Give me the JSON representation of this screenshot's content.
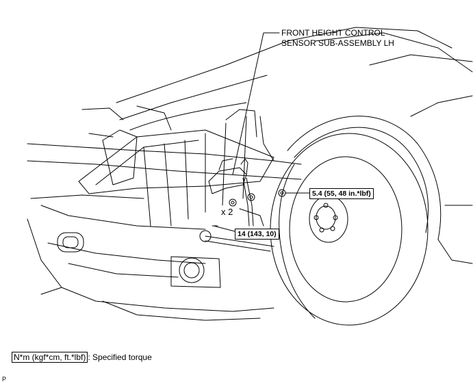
{
  "callout_sensor": {
    "line1": "FRONT HEIGHT CONTROL",
    "line2": "SENSOR SUB-ASSEMBLY LH"
  },
  "torque_labels": {
    "nut_upper": "5.4 (55, 48 in.*lbf)",
    "nut_lower": "14 (143, 10)"
  },
  "quantity": "x 2",
  "legend": {
    "unit_box": "N*m (kgf*cm, ft.*lbf)",
    "description": ": Specified torque"
  },
  "figure_code": "P"
}
